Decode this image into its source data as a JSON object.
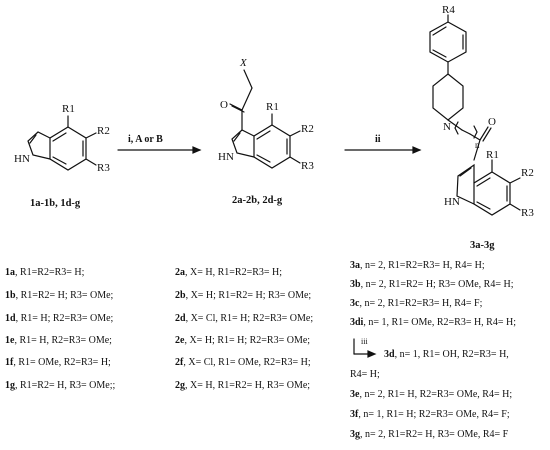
{
  "structures": {
    "s1": {
      "r1": "R1",
      "r2": "R2",
      "r3": "R3",
      "nh": "HN",
      "label": "1a-1b, 1d-g"
    },
    "s2": {
      "x": "X",
      "o": "O",
      "r1": "R1",
      "r2": "R2",
      "r3": "R3",
      "nh": "HN",
      "label": "2a-2b, 2d-g"
    },
    "s3": {
      "r4": "R4",
      "n": "N",
      "nsub": "n",
      "o": "O",
      "r1": "R1",
      "r2": "R2",
      "r3": "R3",
      "nh": "HN",
      "label": "3a-3g"
    }
  },
  "arrows": {
    "a1": {
      "cond": "i, A or B"
    },
    "a2": {
      "cond": "ii"
    },
    "a3": {
      "cond": "iii"
    }
  },
  "compounds_1": [
    {
      "id": "1a",
      "desc": ", R1=R2=R3= H;"
    },
    {
      "id": "1b",
      "desc": ", R1=R2= H; R3= OMe;"
    },
    {
      "id": "1d",
      "desc": ", R1= H; R2=R3= OMe;"
    },
    {
      "id": "1e",
      "desc": ", R1= H, R2=R3= OMe;"
    },
    {
      "id": "1f",
      "desc": ", R1= OMe, R2=R3= H;"
    },
    {
      "id": "1g",
      "desc": ", R1=R2= H, R3= OMe;;"
    }
  ],
  "compounds_2": [
    {
      "id": "2a",
      "desc": ", X= H, R1=R2=R3= H;"
    },
    {
      "id": "2b",
      "desc": ", X= H; R1=R2= H; R3= OMe;"
    },
    {
      "id": "2d",
      "desc": ", X= Cl, R1= H; R2=R3= OMe;"
    },
    {
      "id": "2e",
      "desc": ", X= H; R1= H; R2=R3= OMe;"
    },
    {
      "id": "2f",
      "desc": ", X= Cl, R1= OMe, R2=R3= H;"
    },
    {
      "id": "2g",
      "desc": ", X= H, R1=R2= H, R3= OMe;"
    }
  ],
  "compounds_3": [
    {
      "id": "3a",
      "desc": ", n= 2, R1=R2=R3= H, R4= H;"
    },
    {
      "id": "3b",
      "desc": ", n= 2, R1=R2= H; R3= OMe, R4= H;"
    },
    {
      "id": "3c",
      "desc": ", n= 2, R1=R2=R3= H, R4= F;"
    },
    {
      "id": "3di",
      "desc": ", n= 1, R1= OMe, R2=R3= H, R4= H;"
    },
    {
      "id": "3d",
      "desc": ", n= 1, R1= OH, R2=R3= H,"
    },
    {
      "id": "",
      "desc": "R4= H;"
    },
    {
      "id": "3e",
      "desc": ", n= 2, R1= H, R2=R3= OMe, R4= H;"
    },
    {
      "id": "3f",
      "desc": ", n= 1, R1= H; R2=R3= OMe, R4= F;"
    },
    {
      "id": "3g",
      "desc": ", n= 2, R1=R2= H, R3= OMe, R4= F"
    }
  ]
}
